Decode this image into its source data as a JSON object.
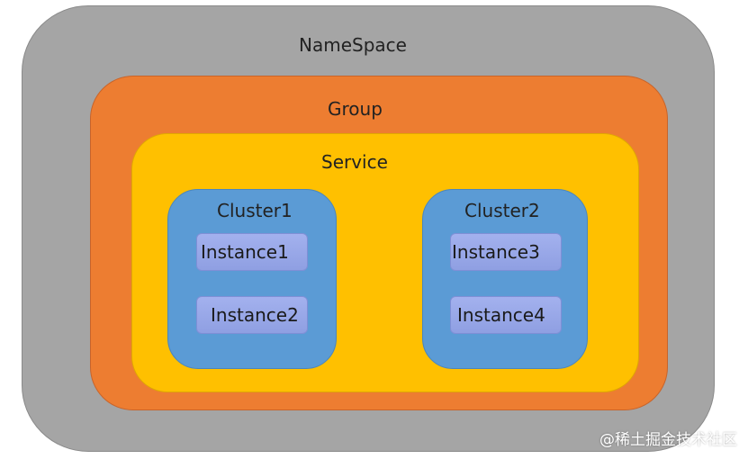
{
  "diagram": {
    "namespace": {
      "label": "NameSpace",
      "color": "#a5a5a5"
    },
    "group": {
      "label": "Group",
      "color": "#ed7d31"
    },
    "service": {
      "label": "Service",
      "color": "#ffc000"
    },
    "clusters": [
      {
        "label": "Cluster1",
        "color": "#5b9bd5",
        "instances": [
          {
            "label": "Instance1"
          },
          {
            "label": "Instance2"
          }
        ]
      },
      {
        "label": "Cluster2",
        "color": "#5b9bd5",
        "instances": [
          {
            "label": "Instance3"
          },
          {
            "label": "Instance4"
          }
        ]
      }
    ],
    "instance_color": "#9aa8ea"
  },
  "watermark": "@稀土掘金技术社区"
}
